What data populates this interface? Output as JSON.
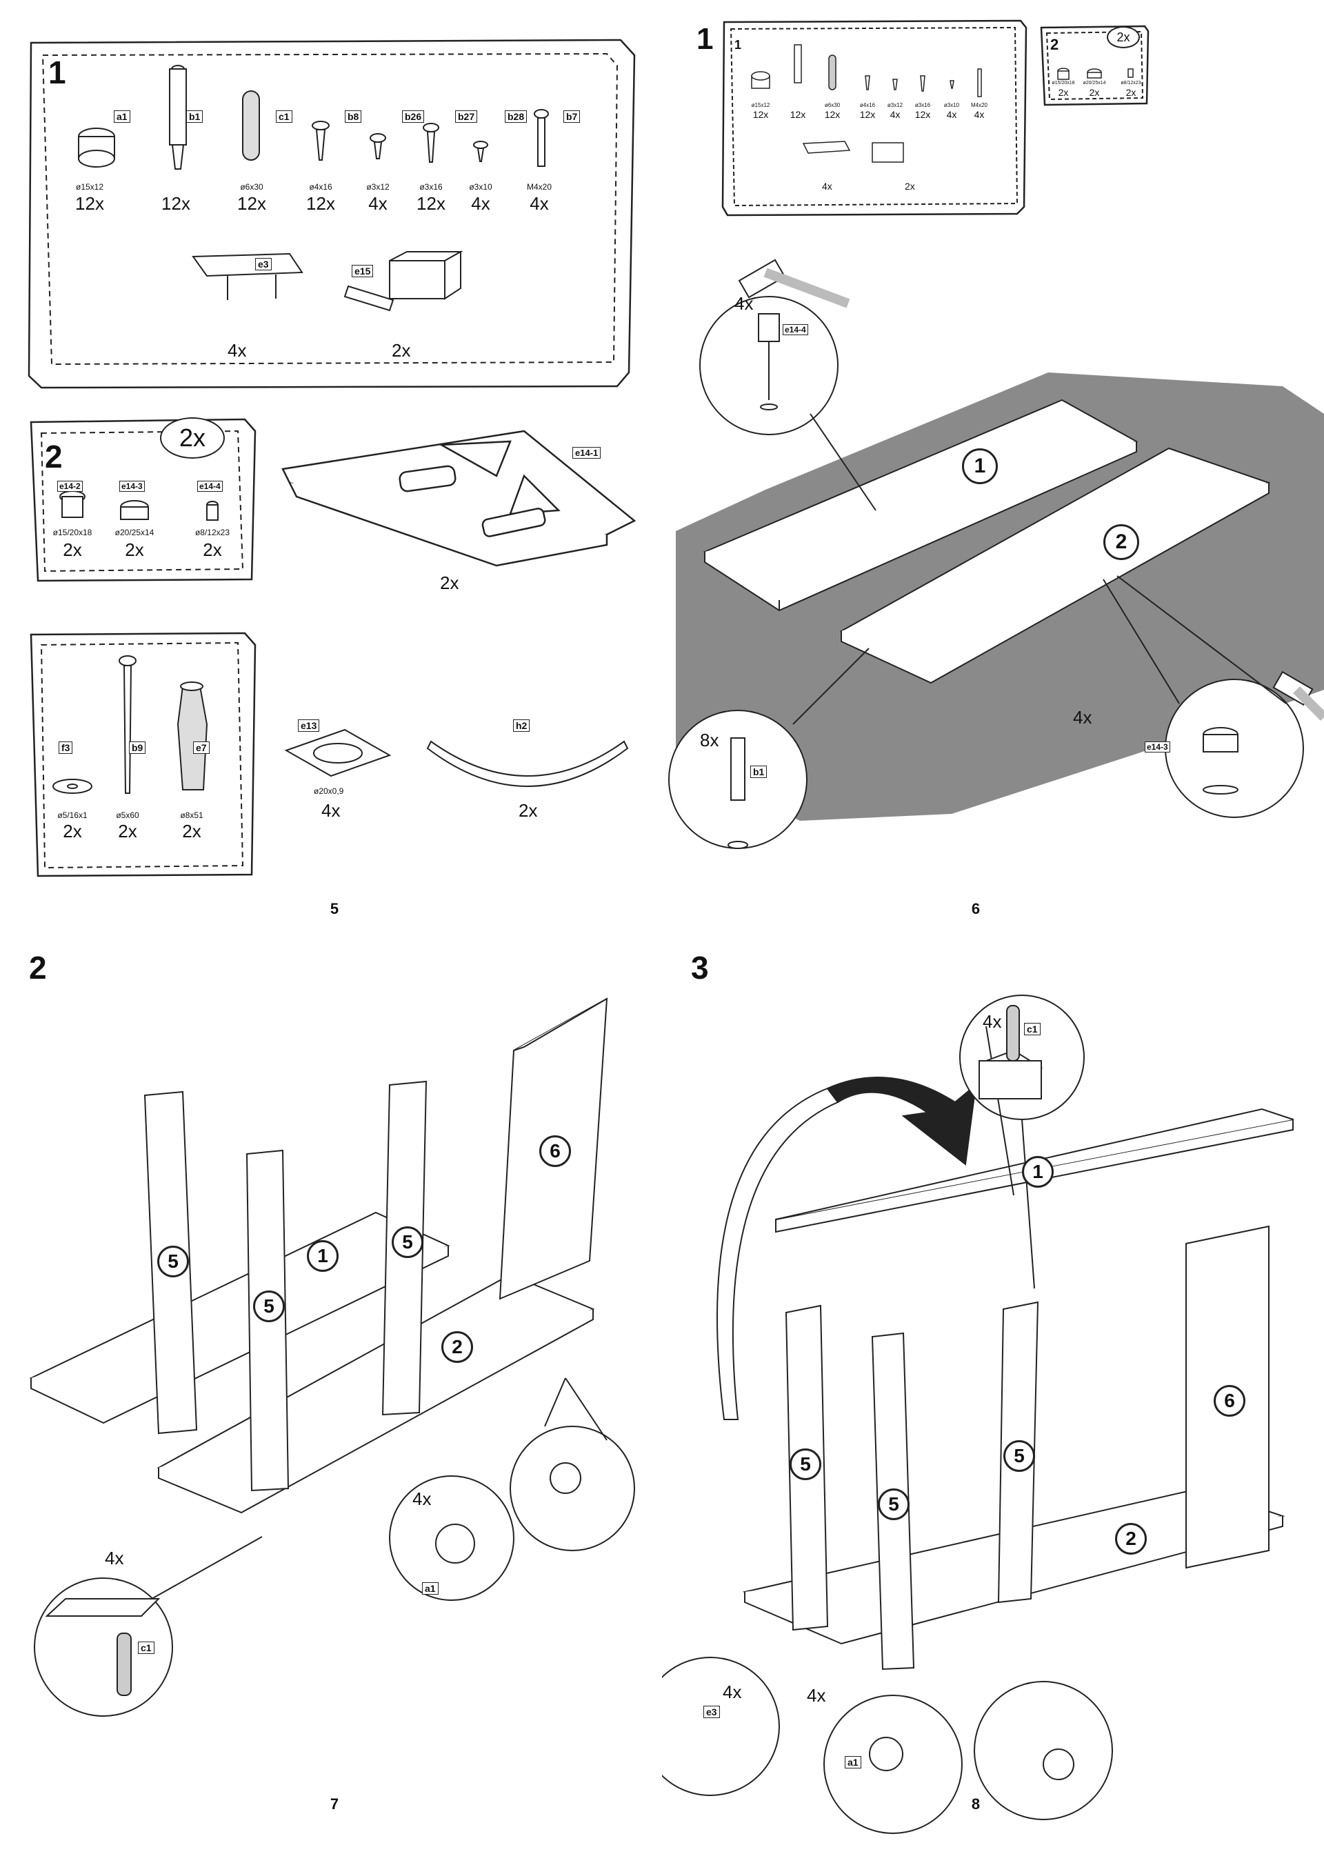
{
  "page5": {
    "page_number": "5",
    "box1": {
      "step": "1",
      "parts": [
        {
          "code": "a1",
          "spec": "ø15x12",
          "qty": "12x"
        },
        {
          "code": "b1",
          "spec": "",
          "qty": "12x"
        },
        {
          "code": "c1",
          "spec": "ø6x30",
          "qty": "12x"
        },
        {
          "code": "b8",
          "spec": "ø4x16",
          "qty": "12x"
        },
        {
          "code": "b26",
          "spec": "ø3x12",
          "qty": "4x"
        },
        {
          "code": "b27",
          "spec": "ø3x16",
          "qty": "12x"
        },
        {
          "code": "b28",
          "spec": "ø3x10",
          "qty": "4x"
        },
        {
          "code": "b7",
          "spec": "M4x20",
          "qty": "4x"
        }
      ],
      "extra": [
        {
          "code": "e3",
          "qty": "4x"
        },
        {
          "code": "e15",
          "qty": "2x"
        }
      ]
    },
    "box2": {
      "step": "2",
      "multiplier": "2x",
      "parts": [
        {
          "code": "e14-2",
          "spec": "ø15/20x18",
          "qty": "2x"
        },
        {
          "code": "e14-3",
          "spec": "ø20/25x14",
          "qty": "2x"
        },
        {
          "code": "e14-4",
          "spec": "ø8/12x23",
          "qty": "2x"
        }
      ]
    },
    "bracket": {
      "code": "e14-1",
      "qty": "2x"
    },
    "box3": {
      "parts": [
        {
          "code": "f3",
          "spec": "ø5/16x1",
          "qty": "2x"
        },
        {
          "code": "b9",
          "spec": "ø5x60",
          "qty": "2x"
        },
        {
          "code": "e7",
          "spec": "ø8x51",
          "qty": "2x"
        }
      ]
    },
    "e13": {
      "code": "e13",
      "spec": "ø20x0,9",
      "qty": "4x"
    },
    "h2": {
      "code": "h2",
      "qty": "2x"
    }
  },
  "page6": {
    "page_number": "6",
    "box1": {
      "step": "1",
      "specs": [
        "ø15x12",
        "",
        "ø6x30",
        "ø4x16",
        "ø3x12",
        "ø3x16",
        "ø3x10",
        "M4x20"
      ],
      "qtys": [
        "12x",
        "12x",
        "12x",
        "12x",
        "4x",
        "12x",
        "4x",
        "4x"
      ],
      "extra_qtys": [
        "4x",
        "2x"
      ],
      "step_big": "1"
    },
    "box2": {
      "step": "2",
      "multiplier": "2x",
      "specs": [
        "ø15/20x18",
        "ø20/25x14",
        "ø8/12x23"
      ],
      "qtys": [
        "2x",
        "2x",
        "2x"
      ]
    },
    "callout_top": {
      "qty": "4x",
      "code": "e14-4"
    },
    "callout_left": {
      "qty": "8x",
      "code": "b1"
    },
    "callout_right": {
      "qty": "4x",
      "code": "e14-3"
    },
    "panels": [
      "1",
      "2"
    ]
  },
  "page7": {
    "page_number": "7",
    "step": "2",
    "panels": [
      "5",
      "5",
      "5",
      "6",
      "1",
      "2"
    ],
    "callout_c1": {
      "qty": "4x",
      "code": "c1"
    },
    "callout_a1": {
      "qty": "4x",
      "code": "a1"
    }
  },
  "page8": {
    "page_number": "8",
    "step": "3",
    "panels": [
      "1",
      "5",
      "5",
      "5",
      "6",
      "2"
    ],
    "callout_c1": {
      "qty": "4x",
      "code": "c1"
    },
    "callout_e3": {
      "qty": "4x",
      "code": "e3"
    },
    "callout_a1": {
      "qty": "4x",
      "code": "a1"
    }
  }
}
